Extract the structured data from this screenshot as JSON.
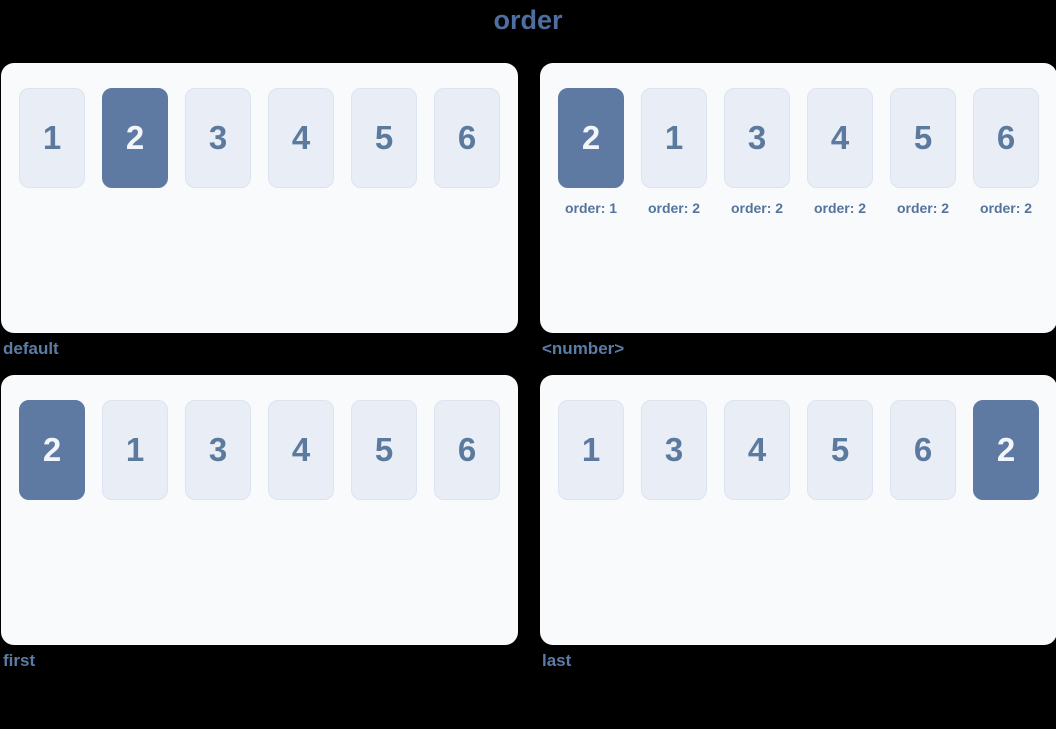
{
  "page": {
    "title": "order"
  },
  "colors": {
    "background": "#000000",
    "title": "#4d6e9e",
    "panel_bg": "#f8fafc",
    "box_bg": "#e9eef6",
    "box_border": "#dce4f0",
    "number_text": "#5b7a9e",
    "highlight_bg": "#5e7aa2",
    "highlight_text": "#f2f6fb",
    "panel_label": "#5b7ca6",
    "order_label": "#54749c"
  },
  "panels": [
    {
      "label": "default",
      "items": [
        {
          "value": "1",
          "highlight": false
        },
        {
          "value": "2",
          "highlight": true
        },
        {
          "value": "3",
          "highlight": false
        },
        {
          "value": "4",
          "highlight": false
        },
        {
          "value": "5",
          "highlight": false
        },
        {
          "value": "6",
          "highlight": false
        }
      ]
    },
    {
      "label": "<number>",
      "items": [
        {
          "value": "2",
          "highlight": true,
          "order_label": "order: 1"
        },
        {
          "value": "1",
          "highlight": false,
          "order_label": "order: 2"
        },
        {
          "value": "3",
          "highlight": false,
          "order_label": "order: 2"
        },
        {
          "value": "4",
          "highlight": false,
          "order_label": "order: 2"
        },
        {
          "value": "5",
          "highlight": false,
          "order_label": "order: 2"
        },
        {
          "value": "6",
          "highlight": false,
          "order_label": "order: 2"
        }
      ]
    },
    {
      "label": "first",
      "items": [
        {
          "value": "2",
          "highlight": true
        },
        {
          "value": "1",
          "highlight": false
        },
        {
          "value": "3",
          "highlight": false
        },
        {
          "value": "4",
          "highlight": false
        },
        {
          "value": "5",
          "highlight": false
        },
        {
          "value": "6",
          "highlight": false
        }
      ]
    },
    {
      "label": "last",
      "items": [
        {
          "value": "1",
          "highlight": false
        },
        {
          "value": "3",
          "highlight": false
        },
        {
          "value": "4",
          "highlight": false
        },
        {
          "value": "5",
          "highlight": false
        },
        {
          "value": "6",
          "highlight": false
        },
        {
          "value": "2",
          "highlight": true
        }
      ]
    }
  ]
}
